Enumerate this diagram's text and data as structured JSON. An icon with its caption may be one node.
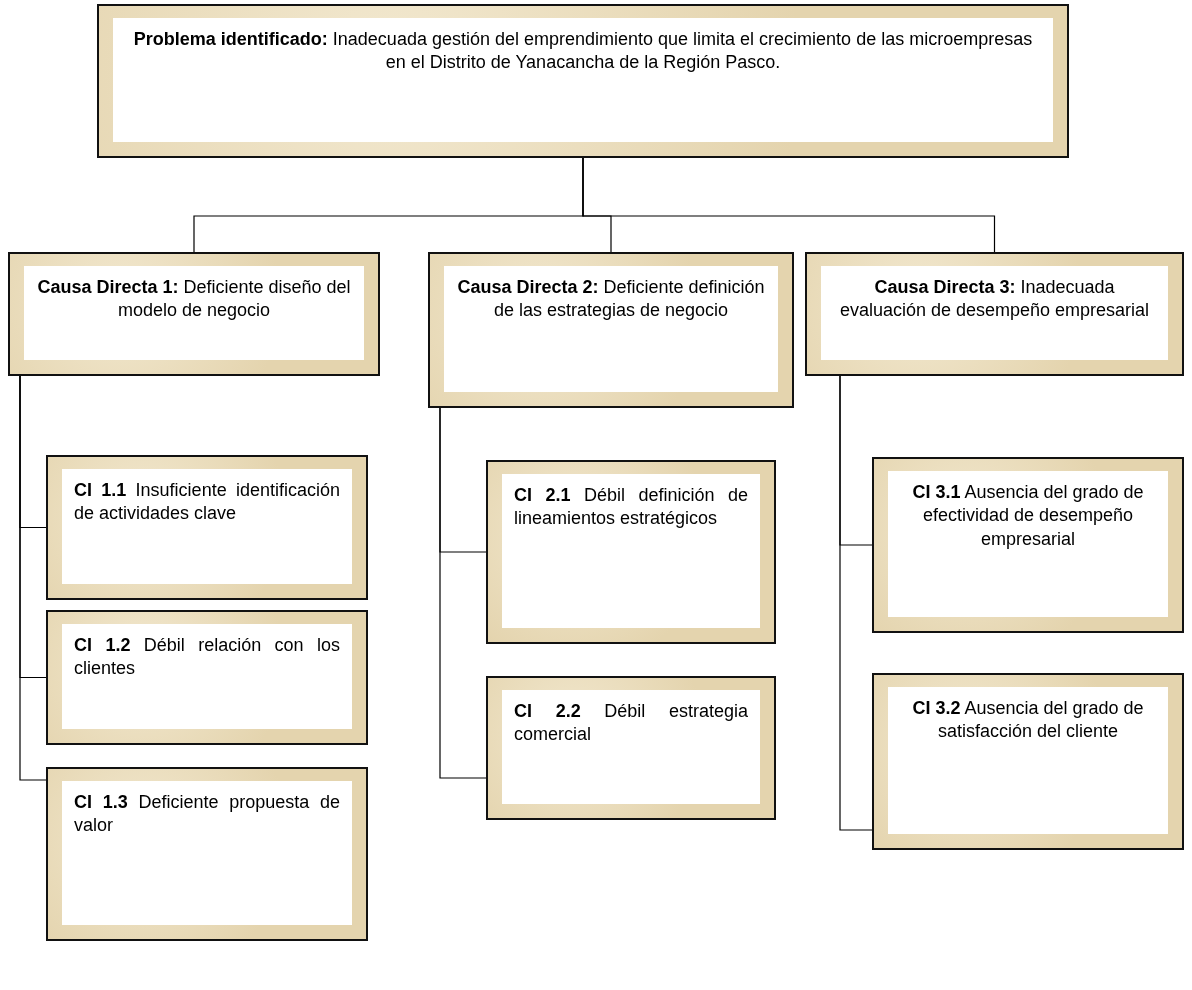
{
  "diagram": {
    "nodes": [
      {
        "text": [
          "**Problema identificado:** Inadecuada gestión del emprendimiento que limita el crecimiento de las microempresas en el Distrito de Yanacancha de la Región Pasco."
        ]
      },
      {
        "text": [
          "**Causa Directa 1:** Deficiente diseño del modelo de negocio"
        ]
      },
      {
        "text": [
          "**Causa Directa 2:** Deficiente definición de las estrategias de negocio"
        ]
      },
      {
        "text": [
          "**Causa Directa 3:** Inadecuada evaluación de desempeño empresarial"
        ]
      },
      {
        "text": [
          "**CI 1.1** Insuficiente identificación de actividades clave"
        ]
      },
      {
        "text": [
          "**CI 1.2** Débil relación con los clientes"
        ]
      },
      {
        "text": [
          "**CI 1.3** Deficiente propuesta de valor"
        ]
      },
      {
        "text": [
          "**CI 2.1** Débil definición de lineamientos estratégicos"
        ]
      },
      {
        "text": [
          "**CI 2.2** Débil estrategia comercial"
        ]
      },
      {
        "text": [
          "**CI 3.1** Ausencia del grado de efectividad de desempeño empresarial"
        ]
      },
      {
        "text": [
          "**CI 3.2** Ausencia del grado de satisfacción del cliente"
        ]
      }
    ],
    "edges": [
      {
        "from": 0,
        "to": 1,
        "arrow": "none"
      },
      {
        "from": 0,
        "to": 2,
        "arrow": "none"
      },
      {
        "from": 0,
        "to": 3,
        "arrow": "none"
      },
      {
        "from": 1,
        "to": 4,
        "arrow": "none"
      },
      {
        "from": 1,
        "to": 5,
        "arrow": "none"
      },
      {
        "from": 1,
        "to": 6,
        "arrow": "none"
      },
      {
        "from": 2,
        "to": 7,
        "arrow": "none"
      },
      {
        "from": 2,
        "to": 8,
        "arrow": "none"
      },
      {
        "from": 3,
        "to": 9,
        "arrow": "none"
      },
      {
        "from": 3,
        "to": 10,
        "arrow": "none"
      }
    ]
  }
}
